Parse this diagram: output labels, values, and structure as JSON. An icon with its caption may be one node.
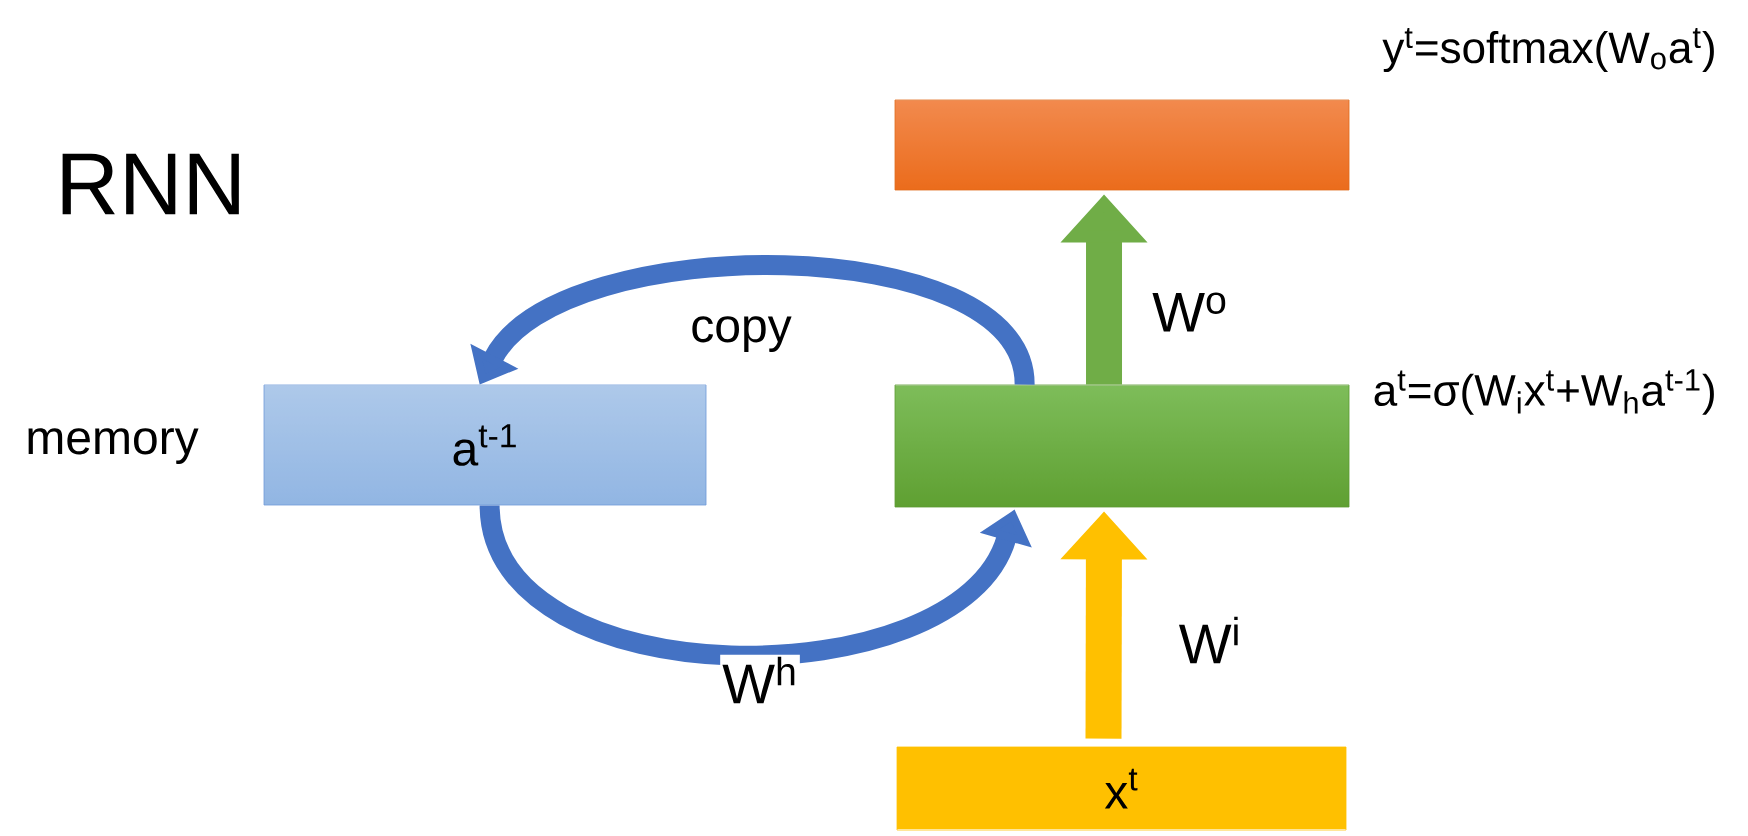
{
  "diagram": {
    "nodes": [
      {
        "text": [
          "y$^{t}$=softmax(W$_{o}$a$^{t}$)"
        ]
      },
      {
        "text": [
          "a$^{t-1}$"
        ],
        "beside": [
          "memory"
        ]
      },
      {
        "text": [
          "a$^{t}$=σ(W$_{i}$x$^{t}$+W$_{h}$a$^{t-1}$)"
        ]
      },
      {
        "text": [
          "x$^{t}$"
        ]
      }
    ],
    "edges": [
      {
        "from": 2,
        "to": 1,
        "arrow": "to",
        "label": "copy",
        "color": "#4472c4"
      },
      {
        "from": 1,
        "to": 2,
        "arrow": "to",
        "label": "W$^{h}$",
        "color": "#4472c4"
      },
      {
        "from": 3,
        "to": 2,
        "arrow": "to",
        "label": "W$^{i}$",
        "color": "#ffc000",
        "style": "thick"
      },
      {
        "from": 2,
        "to": 0,
        "arrow": "to",
        "label": "W$^{o}$",
        "color": "#70ad47",
        "style": "thick"
      }
    ],
    "labels": [
      "RNN"
    ]
  }
}
